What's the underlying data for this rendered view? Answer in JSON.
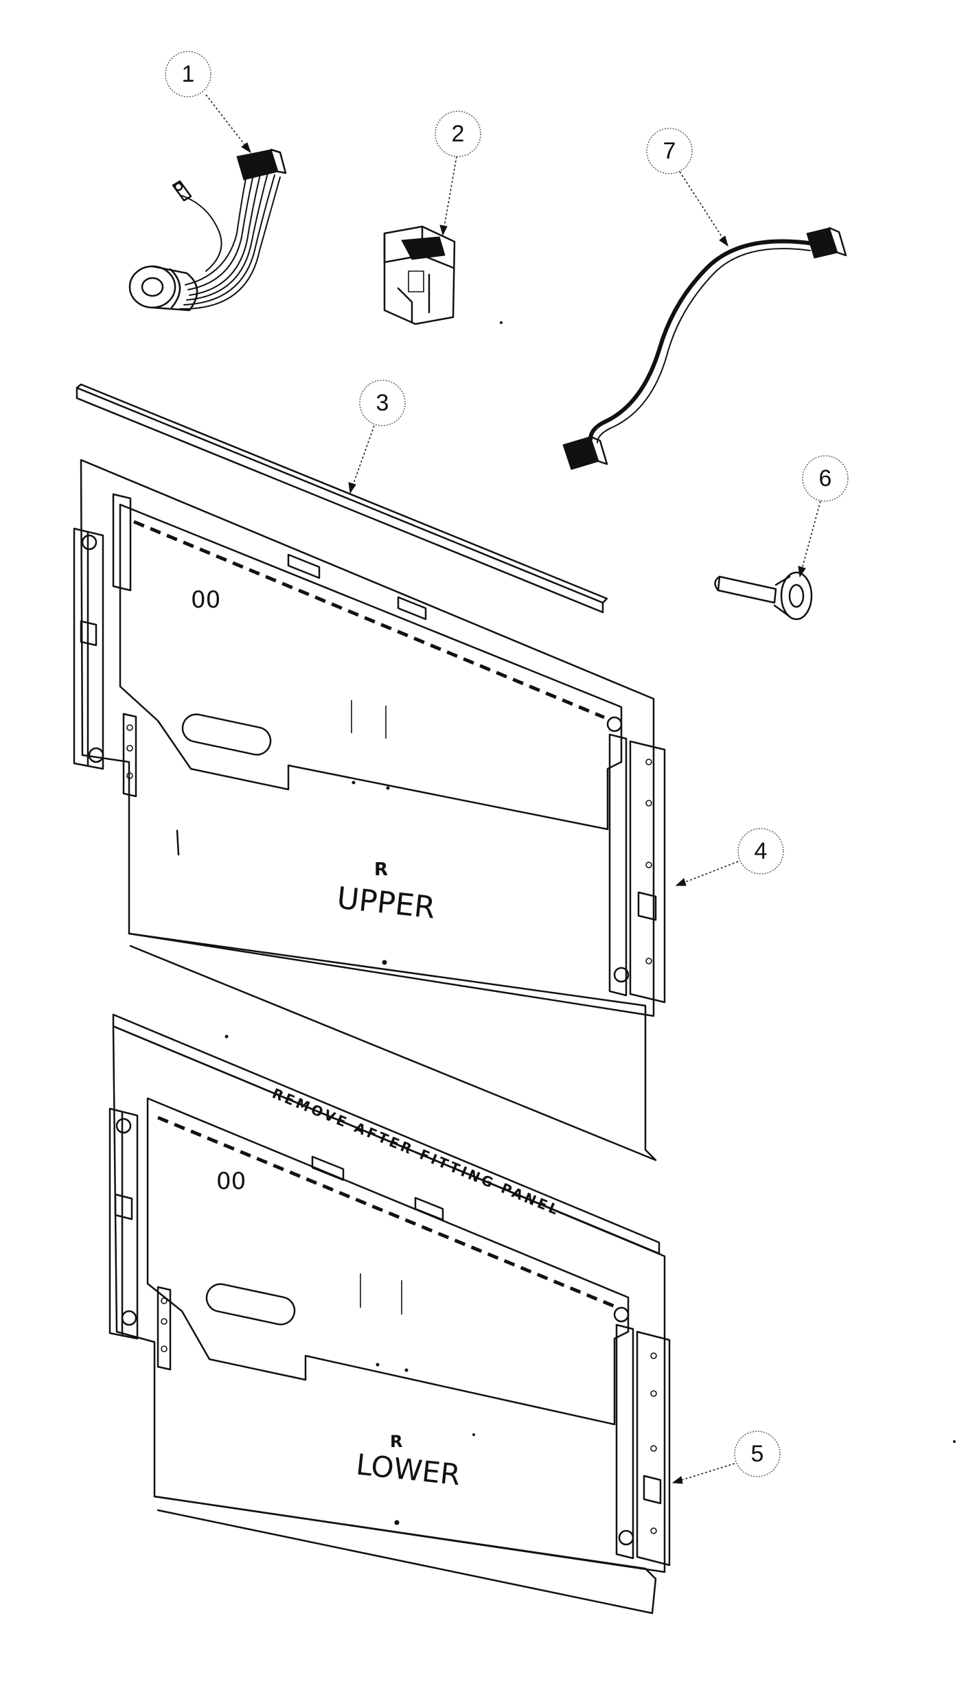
{
  "callouts": {
    "c1": "1",
    "c2": "2",
    "c3": "3",
    "c4": "4",
    "c5": "5",
    "c6": "6",
    "c7": "7"
  },
  "panels": {
    "upper": {
      "mark": "R",
      "label": "UPPER",
      "small": "00"
    },
    "lower": {
      "mark": "R",
      "label": "LOWER",
      "small": "00",
      "notice": "REMOVE AFTER FITTING PANEL"
    }
  }
}
